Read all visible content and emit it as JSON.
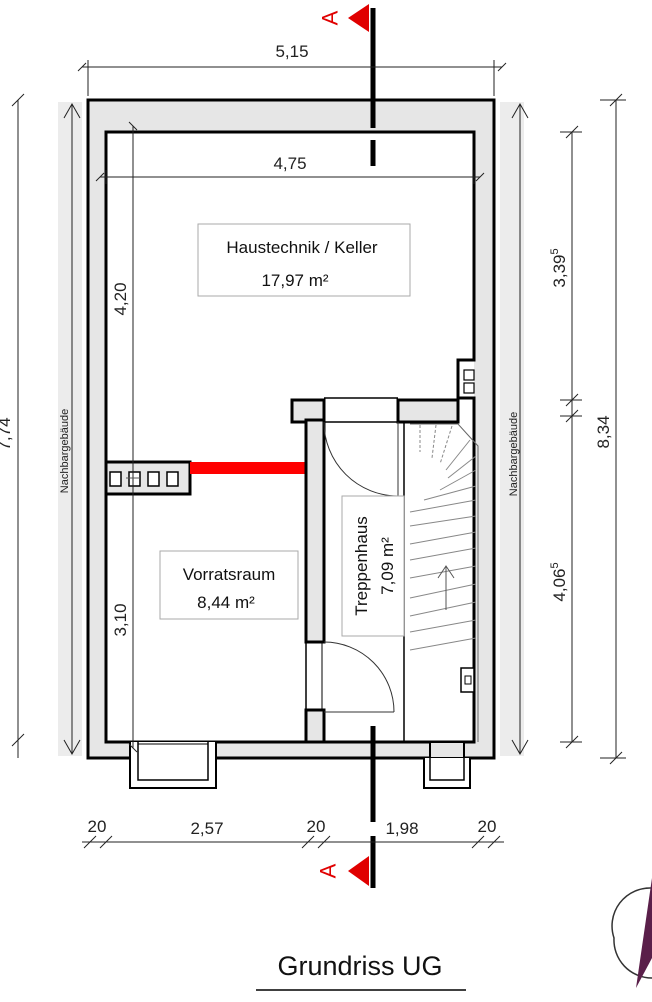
{
  "title": "Grundriss UG",
  "rooms": {
    "haustechnik": {
      "name": "Haustechnik / Keller",
      "area": "17,97 m²"
    },
    "vorrat": {
      "name": "Vorratsraum",
      "area": "8,44 m²"
    },
    "treppe": {
      "name": "Treppenhaus",
      "area": "7,09 m²"
    }
  },
  "dimensions": {
    "top_outer": "5,15",
    "top_inner": "4,75",
    "left_upper": "4,20",
    "left_lower": "3,10",
    "left_total": "7,74",
    "right_upper": "3,39",
    "right_upper_sup": "5",
    "right_lower": "4,06",
    "right_lower_sup": "5",
    "right_total": "8,34",
    "bottom_20a": "20",
    "bottom_257": "2,57",
    "bottom_20b": "20",
    "bottom_198": "1,98",
    "bottom_20c": "20"
  },
  "labels": {
    "neighbor_left": "Nachbargebäude",
    "neighbor_right": "Nachbargebäude",
    "section_top": "A",
    "section_bottom": "A"
  },
  "colors": {
    "wall": "#000000",
    "wall_fill": "#e6e6e6",
    "section": "#e00000",
    "demolition": "#ff0000"
  }
}
